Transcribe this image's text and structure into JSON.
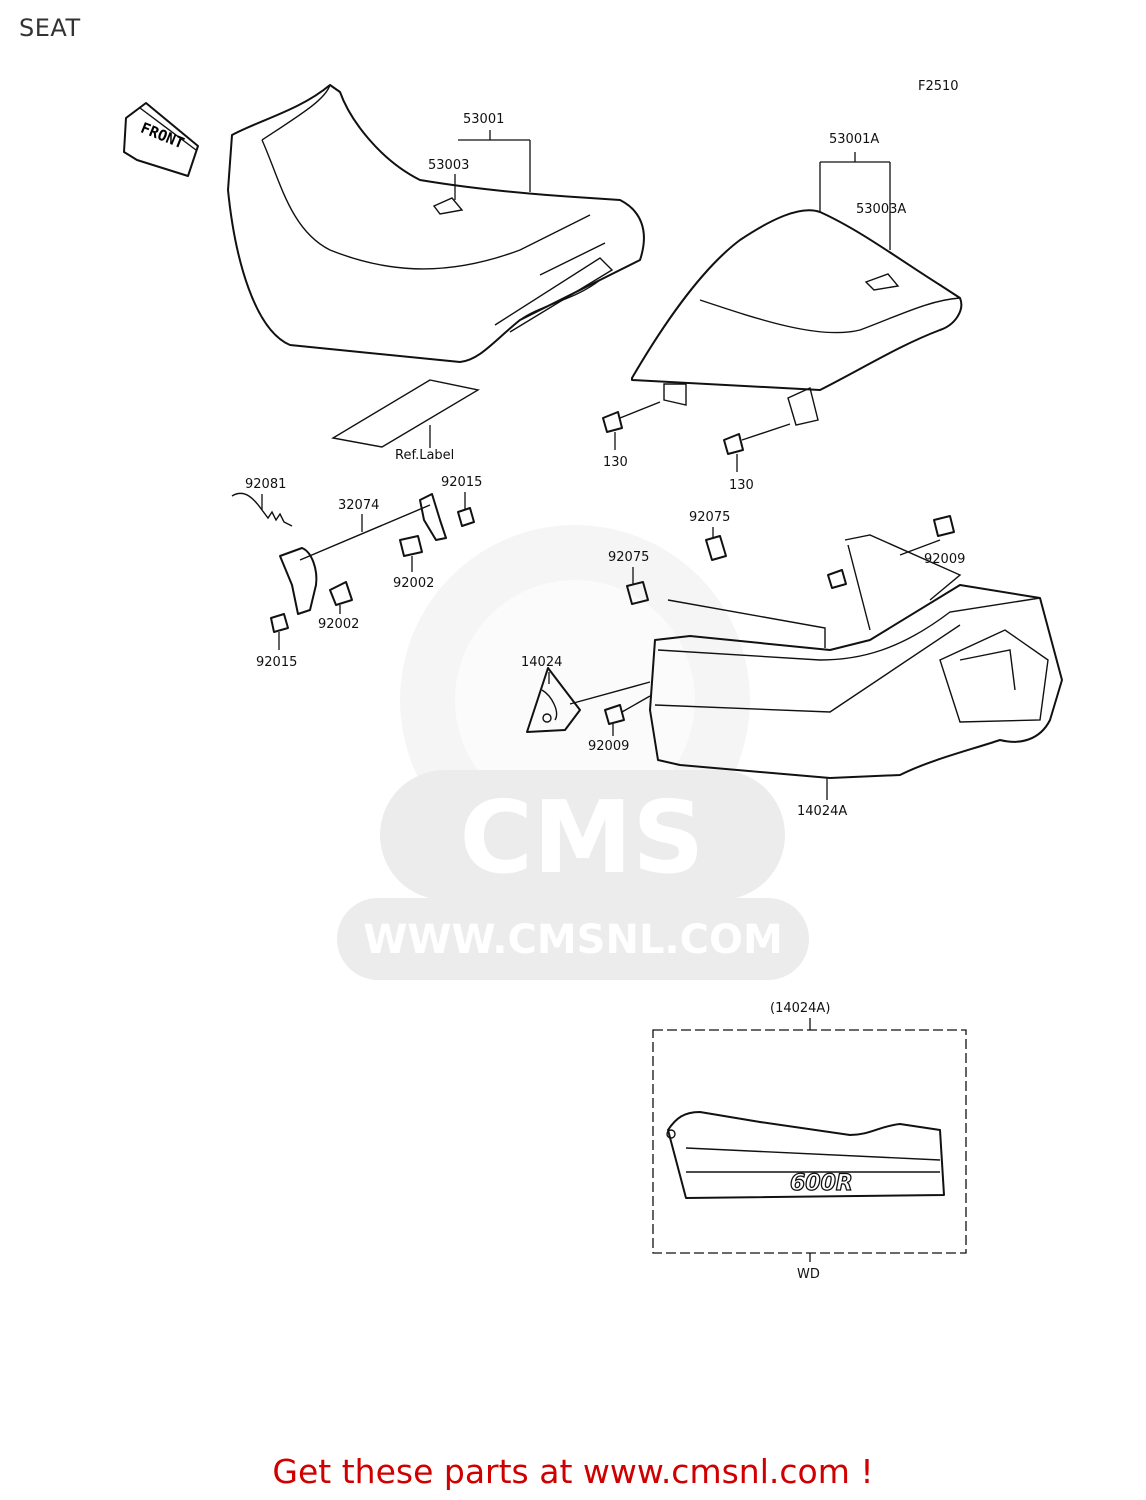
{
  "page": {
    "title": "SEAT",
    "figure_code": "F2510",
    "footer_text": "Get these parts at www.cmsnl.com !"
  },
  "watermark": {
    "brand": "CMS",
    "url": "WWW.CMSNL.COM"
  },
  "labels": {
    "front": "FRONT",
    "ref_label": "Ref.Label",
    "inset_ref": "(14024A)",
    "inset_variant": "WD",
    "inset_model": "600R"
  },
  "callouts": {
    "p53001": "53001",
    "p53003": "53003",
    "p53001a": "53001A",
    "p53003a": "53003A",
    "p130_a": "130",
    "p130_b": "130",
    "p92081": "92081",
    "p32074": "32074",
    "p92015_a": "92015",
    "p92015_b": "92015",
    "p92002_a": "92002",
    "p92002_b": "92002",
    "p92075_a": "92075",
    "p92075_b": "92075",
    "p92009_a": "92009",
    "p92009_b": "92009",
    "p14024": "14024",
    "p14024a": "14024A"
  },
  "colors": {
    "line": "#111111",
    "footer": "#d10000",
    "watermark": "#ececec"
  }
}
